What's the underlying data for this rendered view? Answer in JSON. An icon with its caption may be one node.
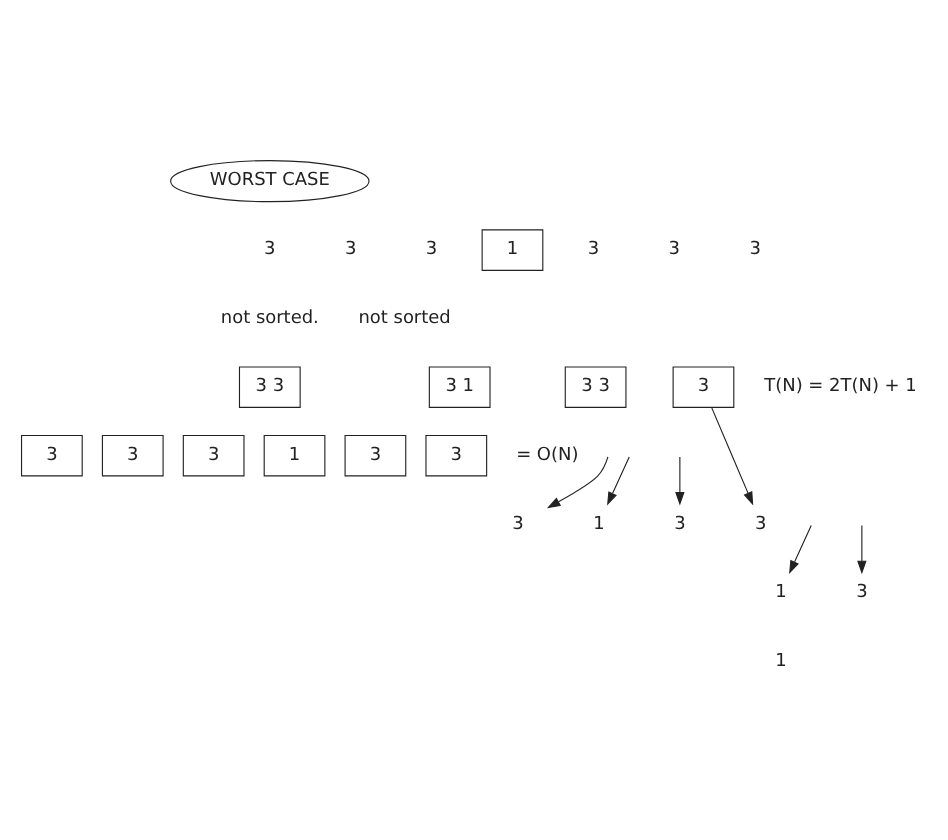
{
  "diagram": {
    "nodes": [
      {
        "text": [
          "WORST CASE"
        ]
      },
      {
        "text": [
          "1"
        ]
      },
      {
        "text": [
          "3 3"
        ]
      },
      {
        "text": [
          "3 1"
        ]
      },
      {
        "text": [
          "3 3"
        ]
      },
      {
        "text": [
          "3"
        ]
      },
      {
        "text": [
          "3"
        ]
      },
      {
        "text": [
          "3"
        ]
      },
      {
        "text": [
          "3"
        ]
      },
      {
        "text": [
          "1"
        ]
      },
      {
        "text": [
          "3"
        ]
      },
      {
        "text": [
          "3"
        ]
      },
      {
        "text": [
          "3"
        ]
      },
      {
        "text": [
          "1"
        ]
      },
      {
        "text": [
          "3"
        ]
      },
      {
        "text": [
          "3"
        ]
      },
      {
        "text": [
          "1"
        ]
      },
      {
        "text": [
          "3"
        ]
      },
      {
        "text": [
          "1"
        ]
      }
    ],
    "edges": [
      {
        "from": null,
        "to": 12,
        "arrow": "to"
      },
      {
        "from": null,
        "to": 13,
        "arrow": "to"
      },
      {
        "from": null,
        "to": 14,
        "arrow": "to"
      },
      {
        "from": 5,
        "to": 15,
        "arrow": "to"
      },
      {
        "from": null,
        "to": 16,
        "arrow": "to"
      },
      {
        "from": null,
        "to": 17,
        "arrow": "to"
      }
    ],
    "labels": [
      "3",
      "3",
      "3",
      "3",
      "3",
      "3",
      "not sorted.",
      "not sorted",
      "T(N) = 2T(N) + 1",
      "= O(N)"
    ]
  }
}
